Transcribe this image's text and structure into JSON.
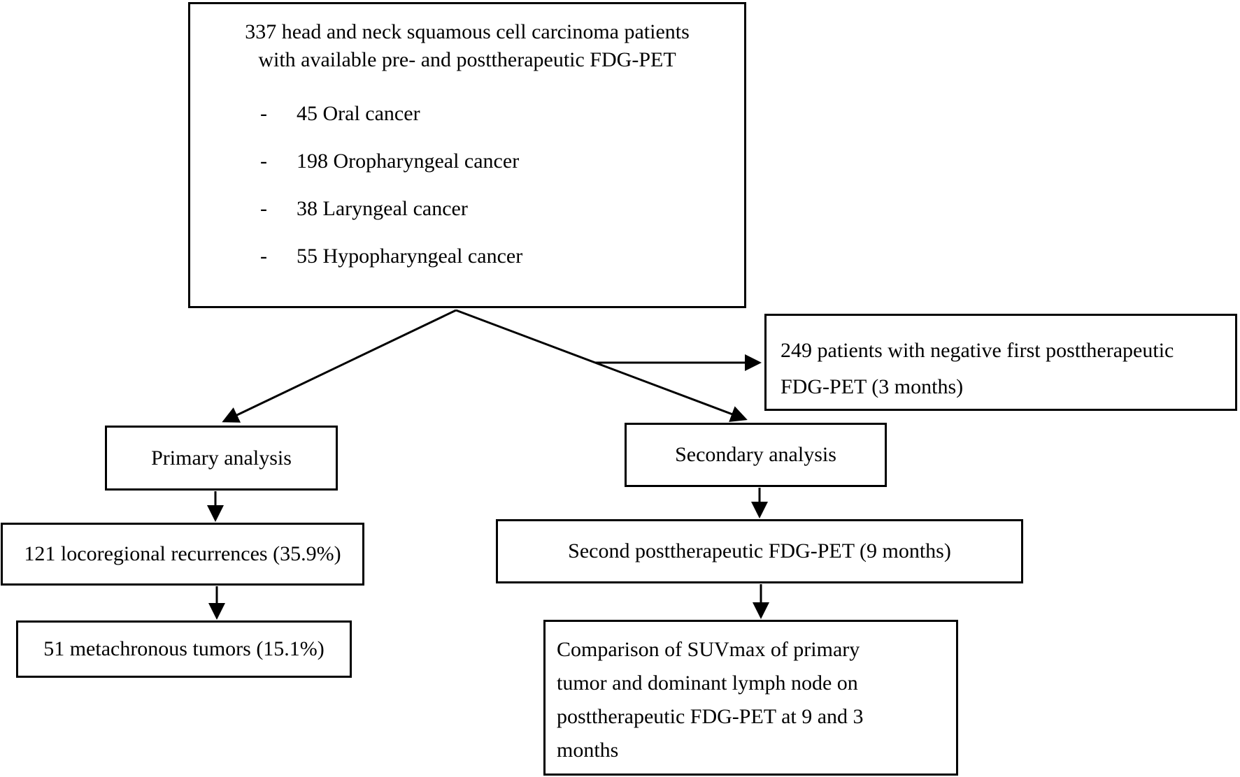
{
  "page": {
    "background_color": "#ffffff",
    "line_color": "#000000",
    "text_color": "#000000"
  },
  "diagram": {
    "type": "flowchart",
    "nodes": {
      "cohort": {
        "heading_lines": [
          "337 head and neck squamous cell carcinoma patients",
          "with available pre- and posttherapeutic FDG-PET"
        ],
        "bullet": "-",
        "items": [
          "45 Oral cancer",
          "198 Oropharyngeal cancer",
          "38 Laryngeal cancer",
          "55 Hypopharyngeal cancer"
        ]
      },
      "negative_pet": {
        "lines": [
          "249 patients with negative first posttherapeutic",
          "FDG-PET (3 months)"
        ]
      },
      "primary": {
        "label": "Primary analysis"
      },
      "secondary": {
        "label": "Secondary analysis"
      },
      "recurrences": {
        "label": "121 locoregional recurrences (35.9%)"
      },
      "metachronous": {
        "label": "51 metachronous tumors (15.1%)"
      },
      "second_pet": {
        "label": "Second posttherapeutic FDG-PET (9 months)"
      },
      "comparison": {
        "lines": [
          "Comparison of SUVmax of primary",
          "tumor and dominant lymph node on",
          "posttherapeutic FDG-PET at 9 and 3",
          "months"
        ]
      }
    },
    "edges": [
      {
        "from": "cohort",
        "to": "primary"
      },
      {
        "from": "cohort",
        "to": "secondary"
      },
      {
        "from": "cohort",
        "to": "negative_pet"
      },
      {
        "from": "primary",
        "to": "recurrences"
      },
      {
        "from": "recurrences",
        "to": "metachronous"
      },
      {
        "from": "secondary",
        "to": "second_pet"
      },
      {
        "from": "second_pet",
        "to": "comparison"
      }
    ]
  }
}
